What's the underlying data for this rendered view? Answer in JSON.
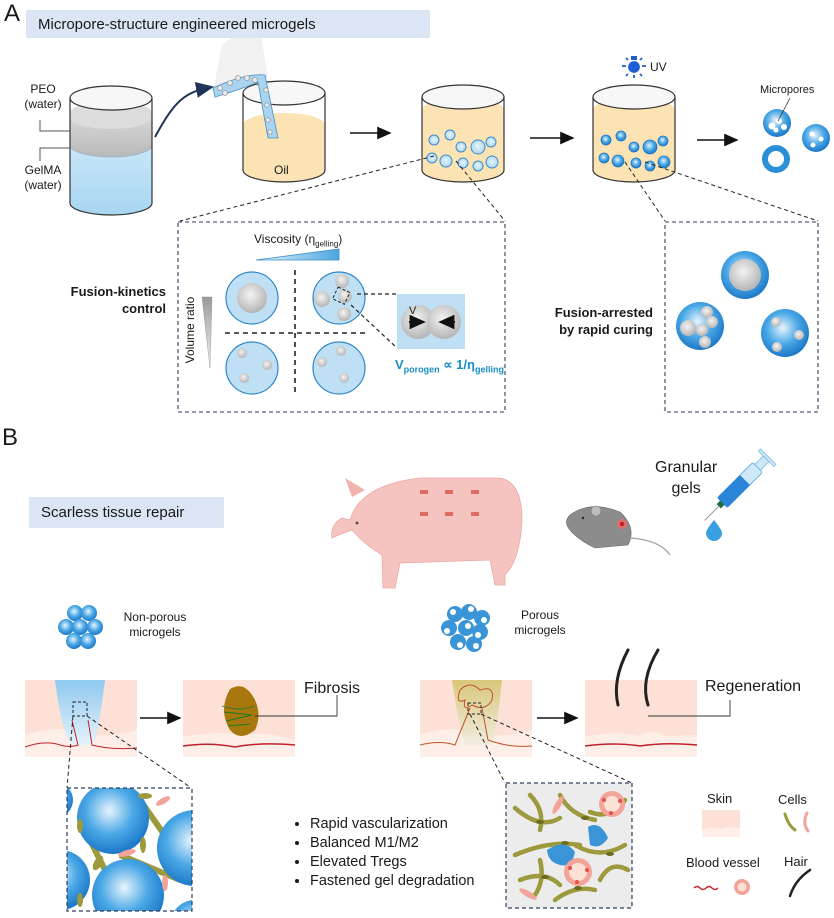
{
  "panel_a": {
    "letter": "A",
    "banner": "Micropore-structure engineered microgels",
    "beaker1_labels": {
      "top": "PEO",
      "top_sub": "(water)",
      "bottom": "GelMA",
      "bottom_sub": "(water)"
    },
    "beaker2_label": "Oil",
    "uv_label": "UV",
    "micropores_label": "Micropores",
    "fusion_kinetics_label_line1": "Fusion-kinetics",
    "fusion_kinetics_label_line2": "control",
    "viscosity_label": "Viscosity (η",
    "viscosity_sub": "gelling",
    "viscosity_close": ")",
    "volume_ratio_label": "Volume ratio",
    "inset_v_label": "V",
    "equation": {
      "v": "V",
      "v_sub": "porogen",
      "mid": " ∝ 1/η",
      "eta_sub": "gelling"
    },
    "fusion_arrested_line1": "Fusion-arrested",
    "fusion_arrested_line2": "by rapid  curing"
  },
  "panel_b": {
    "letter": "B",
    "banner": "Scarless tissue repair",
    "granular_gels_line1": "Granular",
    "granular_gels_line2": "gels",
    "non_porous_line1": "Non-porous",
    "non_porous_line2": "microgels",
    "porous_line1": "Porous",
    "porous_line2": "microgels",
    "fibrosis": "Fibrosis",
    "regeneration": "Regeneration",
    "bullets": [
      "Rapid vascularization",
      "Balanced M1/M2",
      "Elevated Tregs",
      "Fastened gel degradation"
    ],
    "legend": {
      "skin": "Skin",
      "cells": "Cells",
      "blood_vessel": "Blood vessel",
      "hair": "Hair"
    }
  },
  "colors": {
    "banner_bg": "#dbe5f3",
    "microgel_blue": "#2a8fd8",
    "light_blue": "#bfe0f4",
    "oil": "#fbe3b4",
    "skin": "#fde0d6",
    "vessel": "#c0232b",
    "fibrosis": "#a8780e",
    "cell_olive": "#9c9a3c",
    "cell_pink": "#f2a39a",
    "equation_blue": "#1a8fc4",
    "uv_blue": "#1e5fd6",
    "pig": "#f6c4c0",
    "mouse": "#8c8c8c"
  }
}
